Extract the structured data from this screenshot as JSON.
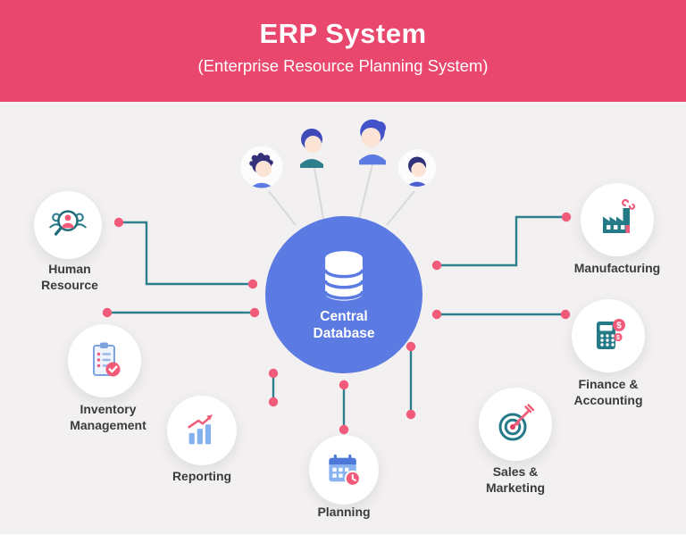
{
  "header": {
    "title": "ERP System",
    "subtitle": "(Enterprise Resource Planning System)"
  },
  "center": {
    "label": "Central Database"
  },
  "nodes": [
    {
      "id": "human-resource",
      "label": "Human Resource"
    },
    {
      "id": "manufacturing",
      "label": "Manufacturing"
    },
    {
      "id": "inventory-management",
      "label": "Inventory Management"
    },
    {
      "id": "finance-accounting",
      "label": "Finance & Accounting"
    },
    {
      "id": "reporting",
      "label": "Reporting"
    },
    {
      "id": "sales-marketing",
      "label": "Sales & Marketing"
    },
    {
      "id": "planning",
      "label": "Planning"
    }
  ],
  "icons": {
    "center": "database-icon",
    "human-resource": "people-search-icon",
    "manufacturing": "factory-icon",
    "inventory-management": "clipboard-check-icon",
    "finance-accounting": "calculator-dollar-icon",
    "reporting": "bar-chart-arrow-icon",
    "sales-marketing": "target-dart-icon",
    "planning": "calendar-clock-icon"
  },
  "colors": {
    "header_pink": "#e9476d",
    "dot_pink": "#f15b79",
    "line_teal": "#2e7f8e",
    "center_blue": "#5b7be3",
    "background": "#f2f0f1",
    "label_text": "#3b3b3b"
  }
}
